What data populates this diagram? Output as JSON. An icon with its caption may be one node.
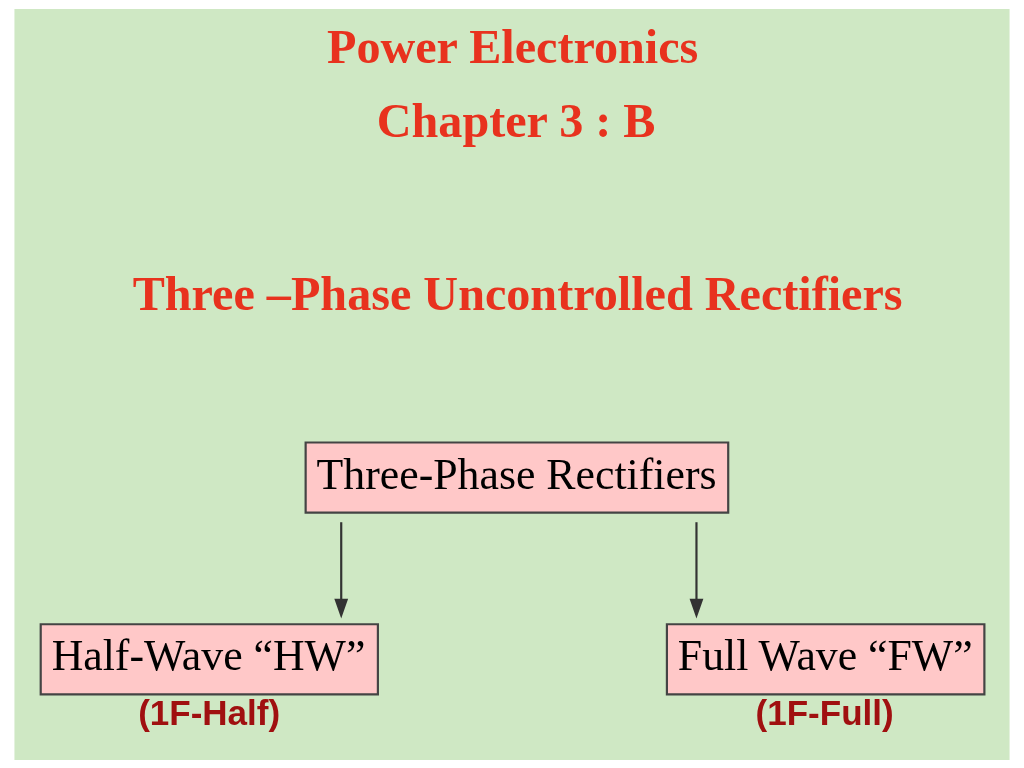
{
  "diagram": {
    "title": "Power Electronics",
    "nodes": [
      {
        "text": [
          "Three-Phase Rectifiers"
        ]
      },
      {
        "text": [
          "Half-Wave “HW”"
        ],
        "beside": [
          "(1F-Half)"
        ]
      },
      {
        "text": [
          "Full Wave “FW”"
        ],
        "beside": [
          "(1F-Full)"
        ]
      }
    ],
    "edges": [
      {
        "from": 0,
        "to": 1,
        "arrow": "to"
      },
      {
        "from": 0,
        "to": 2,
        "arrow": "to"
      }
    ],
    "labels": [
      "Chapter 3 : B",
      "Three –Phase Uncontrolled Rectifiers"
    ]
  }
}
